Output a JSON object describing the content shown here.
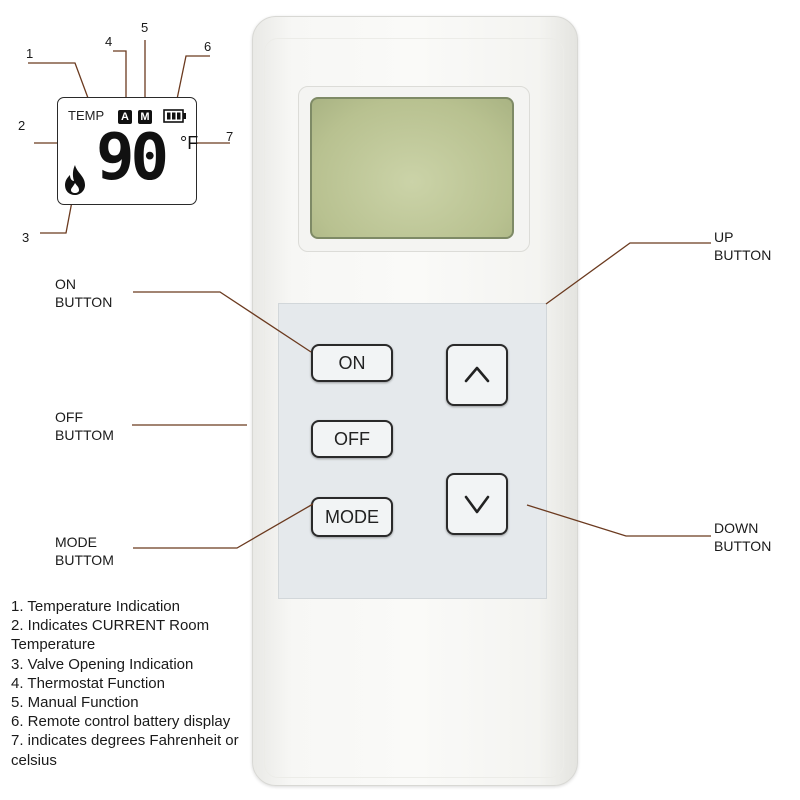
{
  "lcd_legend": {
    "temp_label": "TEMP",
    "thermostat_badge": "A",
    "manual_badge": "M",
    "temperature": "90",
    "unit": "°F",
    "callout_numbers": [
      "1",
      "2",
      "3",
      "4",
      "5",
      "6",
      "7"
    ],
    "icons": [
      "battery-icon",
      "flame-icon"
    ]
  },
  "remote": {
    "buttons": {
      "on": "ON",
      "off": "OFF",
      "mode": "MODE",
      "up": "^",
      "down": "v"
    }
  },
  "callouts": {
    "on": "ON\nBUTTON",
    "off": "OFF\nBUTTOM",
    "mode": "MODE\nBUTTOM",
    "up": "UP\nBUTTON",
    "down": "DOWN\nBUTTON"
  },
  "legend": [
    "1. Temperature Indication",
    "2. Indicates CURRENT Room Temperature",
    "3. Valve Opening Indication",
    "4. Thermostat Function",
    "5. Manual Function",
    "6. Remote control battery display",
    "7. indicates degrees Fahrenheit or celsius"
  ],
  "colors": {
    "callout_line": "#6b3a1f",
    "lcd_screen": "#b8c190",
    "keypad": "#e5e9ec",
    "remote_body": "#f7f7f5"
  }
}
